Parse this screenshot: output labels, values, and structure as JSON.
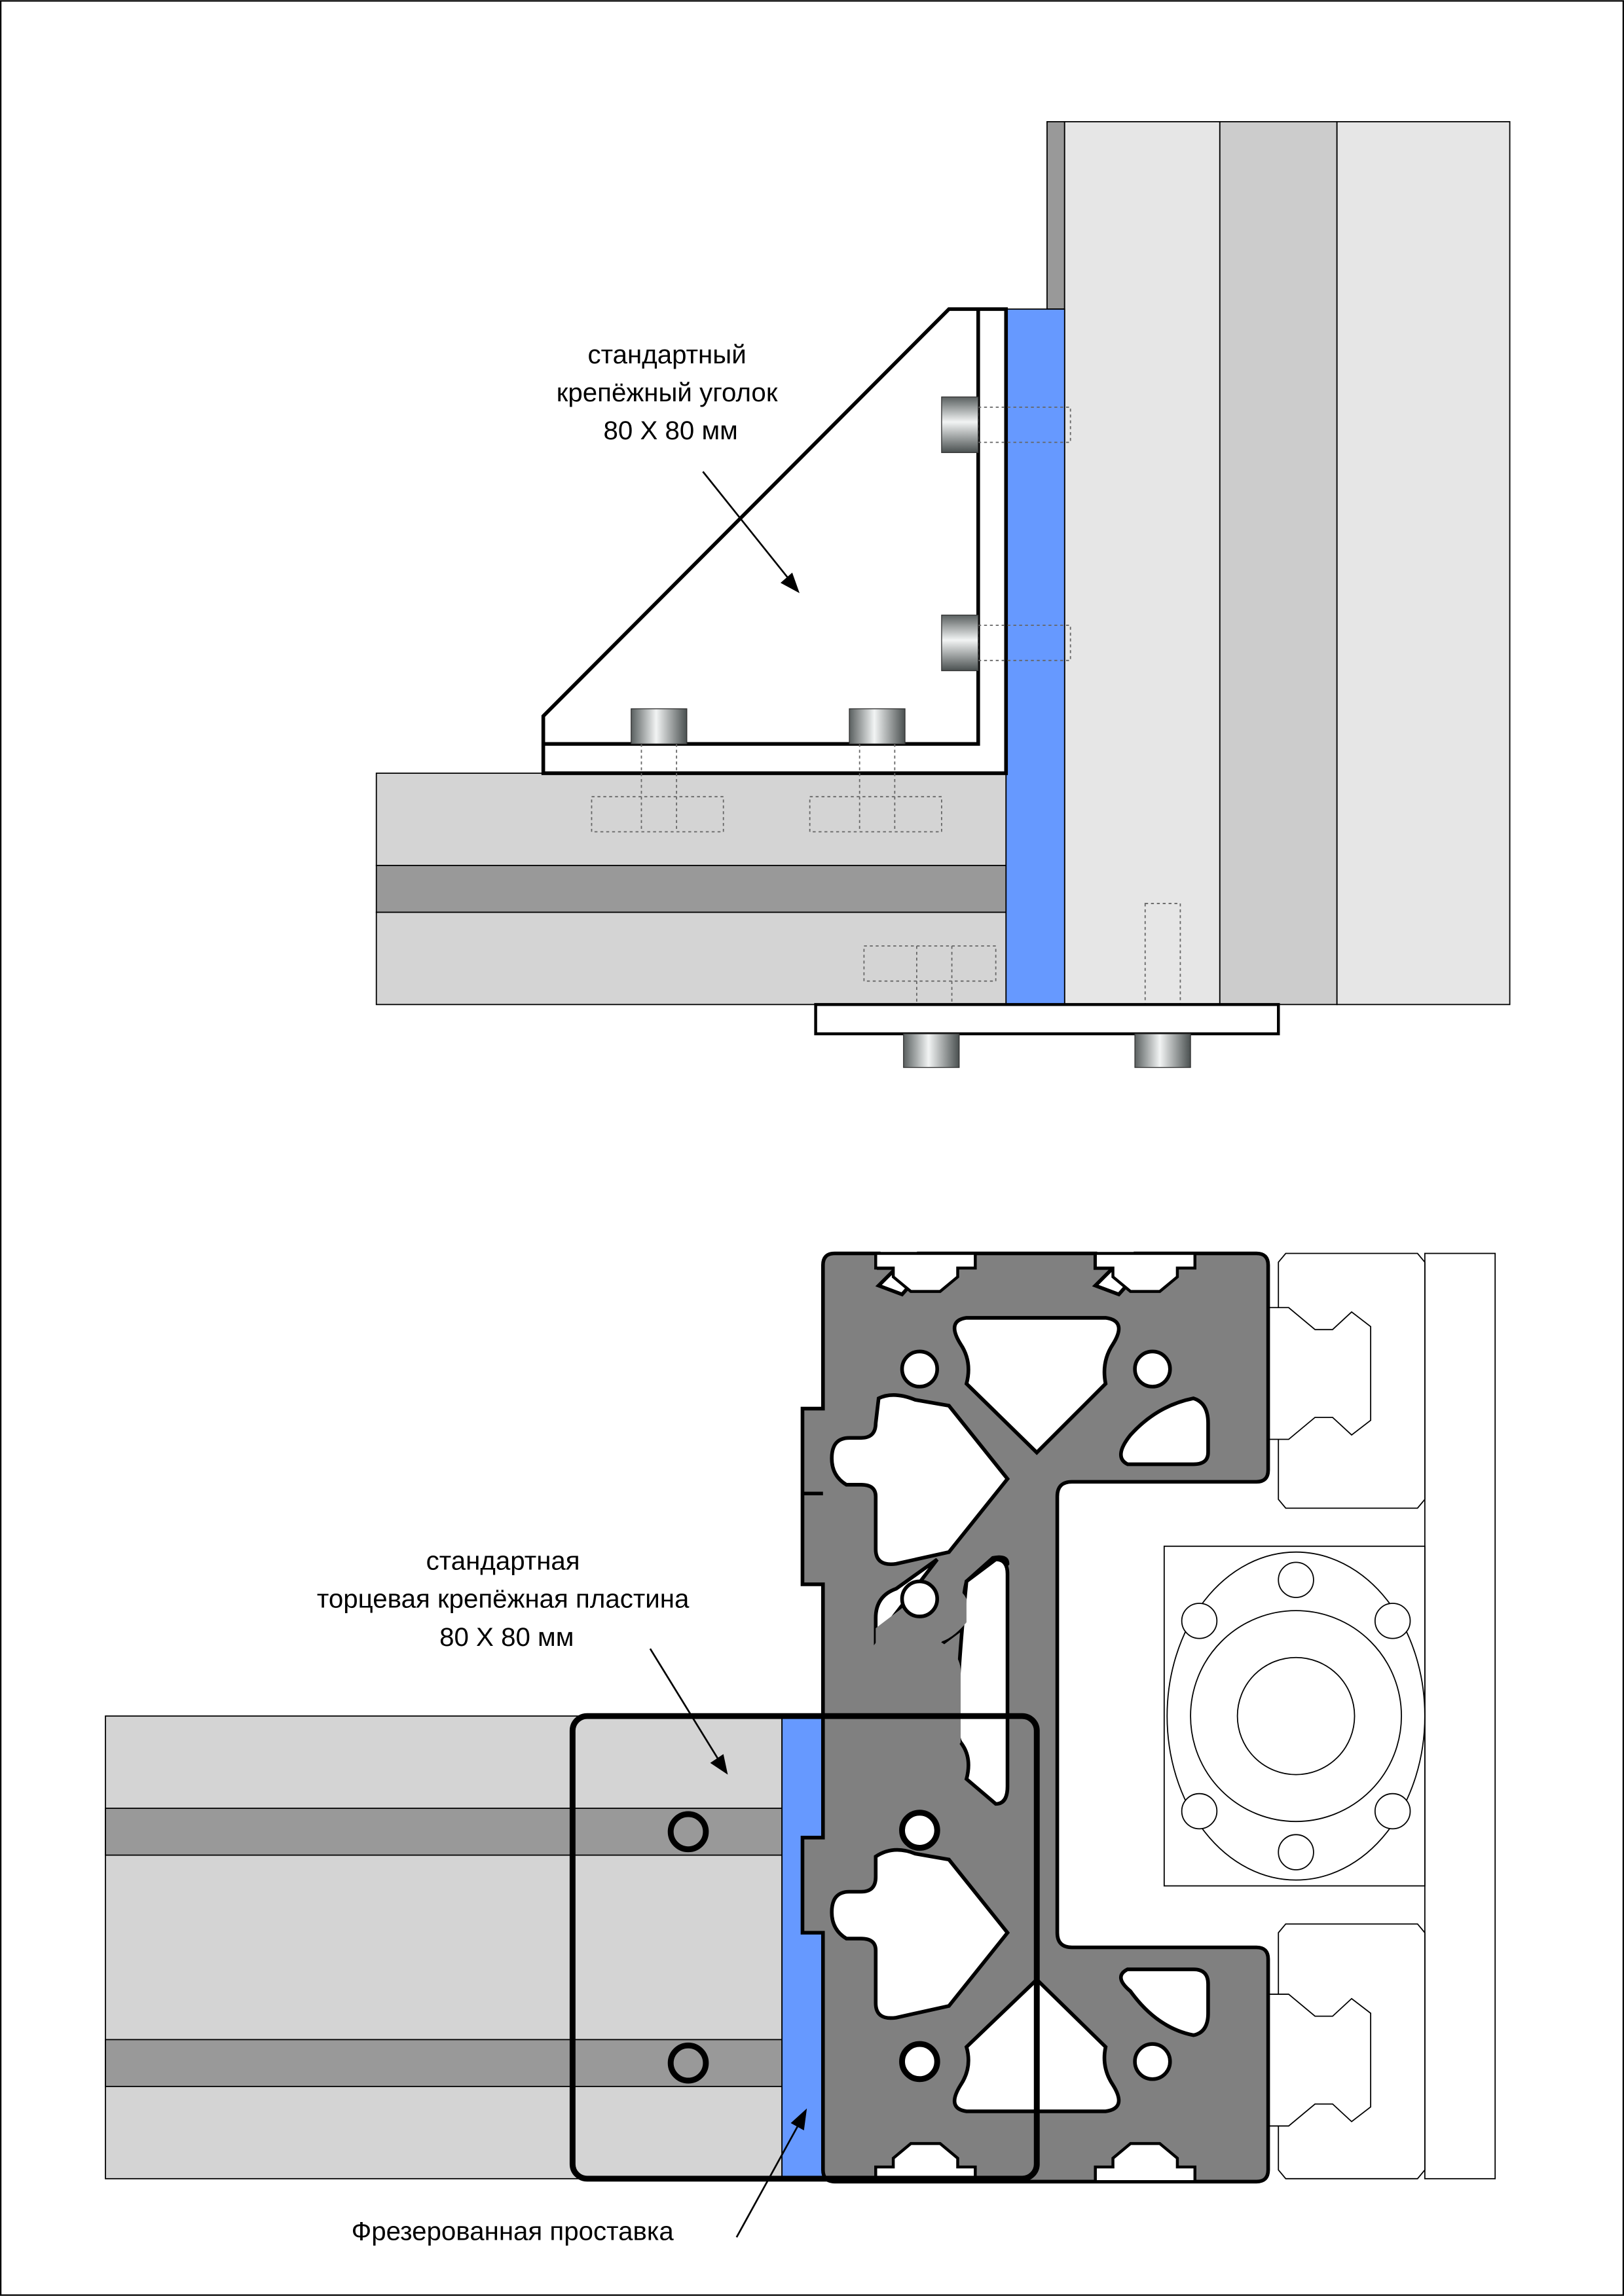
{
  "top_view": {
    "label_lines": [
      "стандартный",
      "крепёжный уголок",
      "80 X 80 мм"
    ]
  },
  "bottom_view": {
    "label_lines": [
      "стандартная",
      "торцевая крепёжная пластина",
      "80 X 80 мм"
    ],
    "spacer_label": "Фрезерованная проставка"
  },
  "colors": {
    "spacer_blue": "#6699ff",
    "profile_gray": "#808080",
    "light_gray": "#d4d4d4",
    "mid_gray": "#999999",
    "pale_gray": "#e6e6e6"
  }
}
